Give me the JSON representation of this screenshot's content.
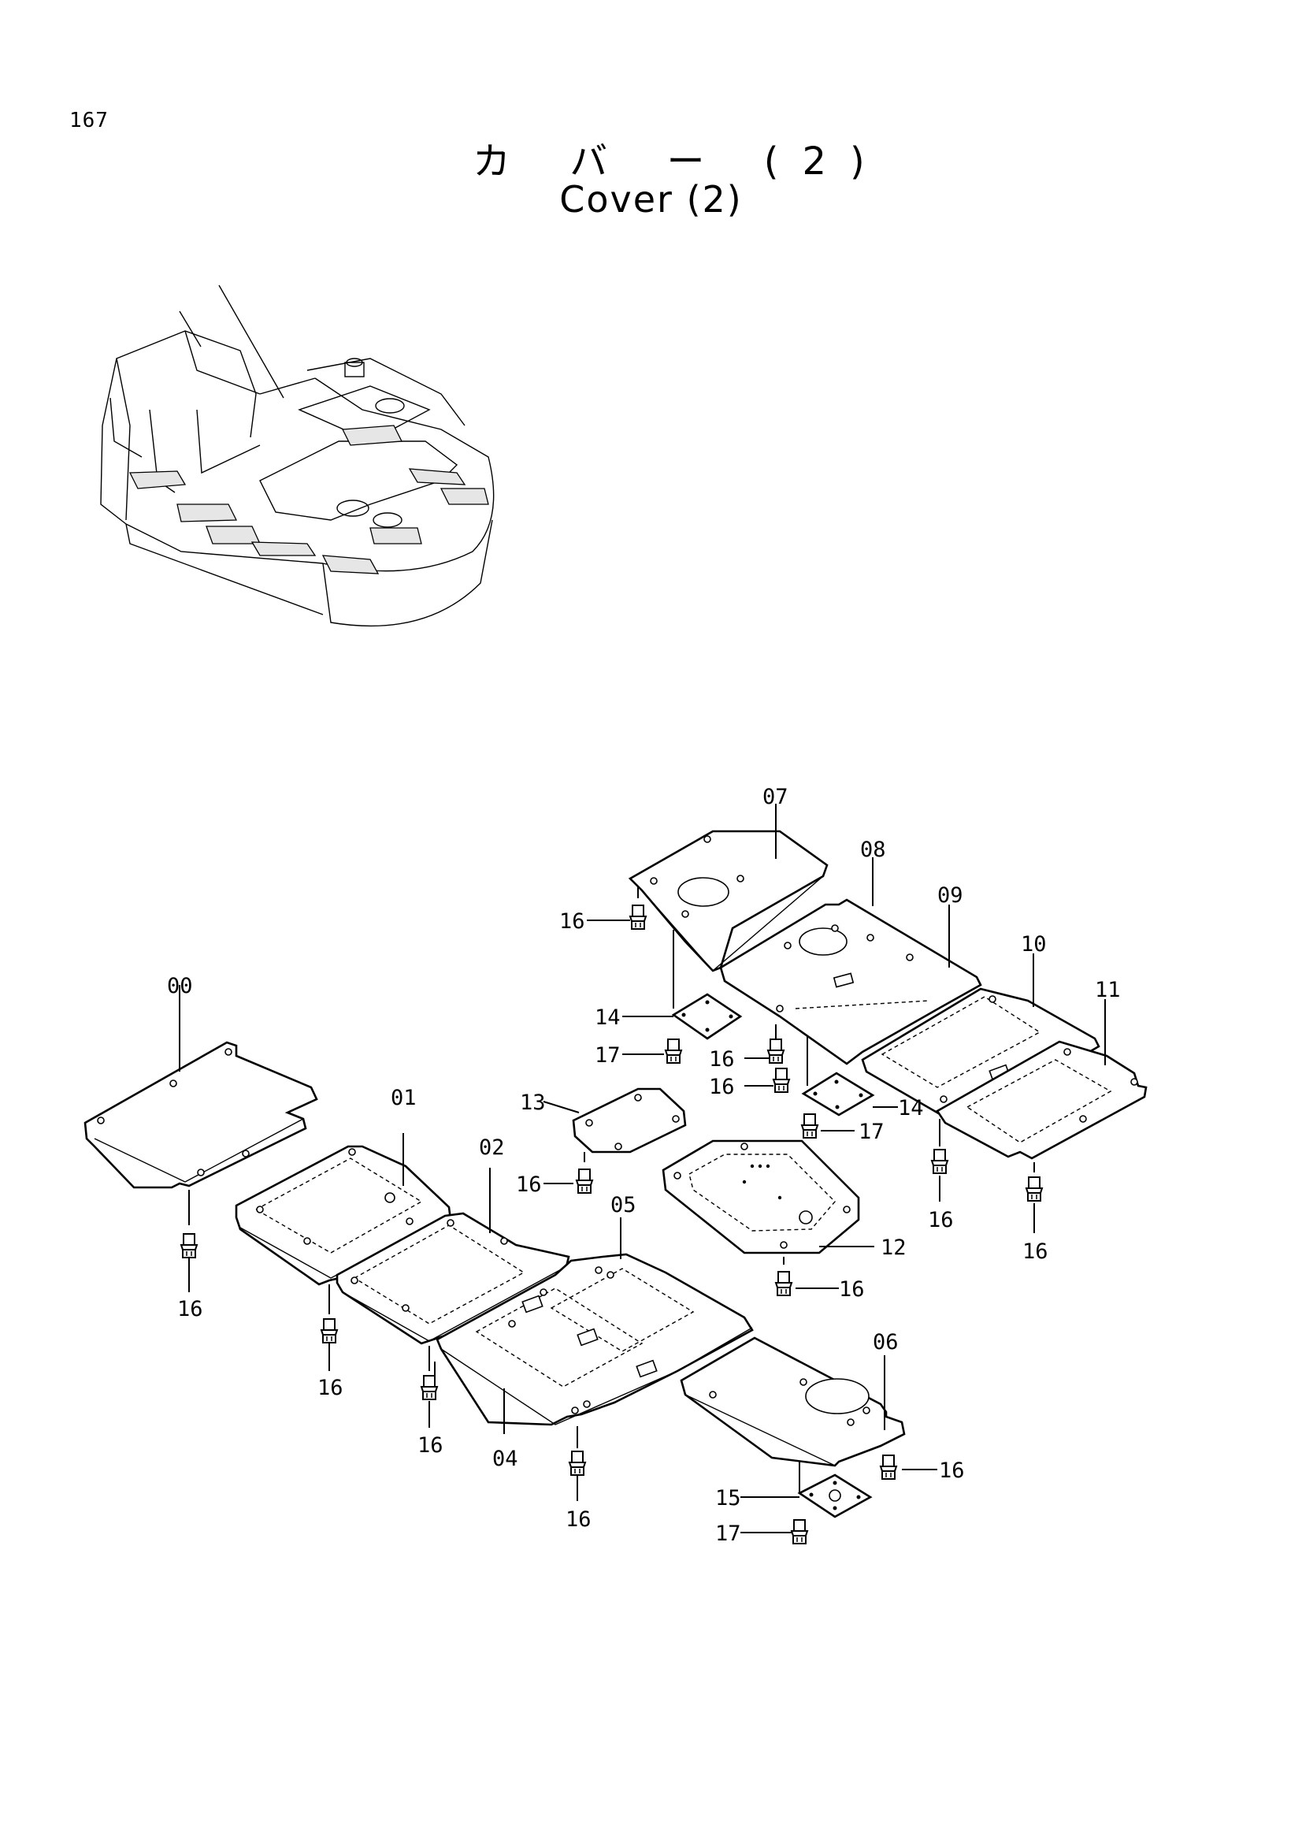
{
  "page": {
    "number": "167",
    "title_jp": "カ バ ー (2)",
    "title_en": "Cover (2)"
  },
  "parts": {
    "p00": "00",
    "p01": "01",
    "p02": "02",
    "p04": "04",
    "p05": "05",
    "p06": "06",
    "p07": "07",
    "p08": "08",
    "p09": "09",
    "p10": "10",
    "p11": "11",
    "p12": "12",
    "p13": "13",
    "p14a": "14",
    "p14b": "14",
    "p15": "15",
    "p17a": "17",
    "p17b": "17",
    "p17c": "17",
    "p16": "16"
  },
  "icons": {
    "overview": "excavator-overview-illustration",
    "bolt": "bolt-icon"
  }
}
